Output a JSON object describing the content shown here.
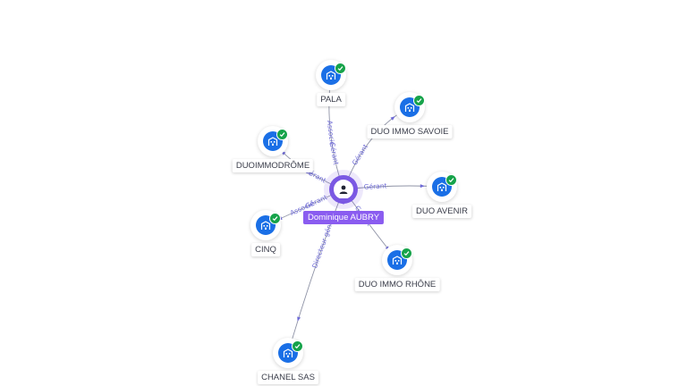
{
  "center": {
    "name": "Dominique AUBRY",
    "icon": "person-icon"
  },
  "companies": [
    {
      "id": "pala",
      "name": "PALA",
      "icon": "building-icon",
      "verified": true
    },
    {
      "id": "duo-immo-savoie",
      "name": "DUO IMMO SAVOIE",
      "icon": "building-icon",
      "verified": true
    },
    {
      "id": "duoimmodrome",
      "name": "DUOIMMODRÔME",
      "icon": "building-icon",
      "verified": true
    },
    {
      "id": "duo-avenir",
      "name": "DUO AVENIR",
      "icon": "building-icon",
      "verified": true
    },
    {
      "id": "cinq",
      "name": "CINQ",
      "icon": "building-icon",
      "verified": true
    },
    {
      "id": "duo-immo-rhone",
      "name": "DUO IMMO RHÔNE",
      "icon": "building-icon",
      "verified": true
    },
    {
      "id": "chanel-sas",
      "name": "CHANEL SAS",
      "icon": "building-icon",
      "verified": true
    }
  ],
  "relations": [
    {
      "to": "pala",
      "labels": [
        "Gérant",
        "Associé"
      ]
    },
    {
      "to": "duo-immo-savoie",
      "labels": [
        "Gérant"
      ]
    },
    {
      "to": "duoimmodrome",
      "labels": [
        "Gérant",
        "Associé"
      ]
    },
    {
      "to": "duo-avenir",
      "labels": [
        "Gérant"
      ]
    },
    {
      "to": "cinq",
      "labels": [
        "Gérant",
        "Associé"
      ]
    },
    {
      "to": "duo-immo-rhone",
      "labels": [
        "Gérant"
      ]
    },
    {
      "to": "chanel-sas",
      "labels": [
        "Directeur général"
      ]
    }
  ],
  "colors": {
    "company": "#1a6fe6",
    "verified": "#16a34a",
    "person": "#7a58e3",
    "edge_label": "#6e6ad6"
  }
}
